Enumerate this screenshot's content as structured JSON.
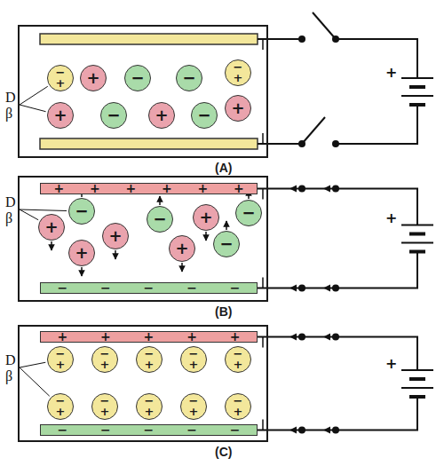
{
  "diagram": {
    "nodes": [
      {
        "text": [
          "(A)"
        ]
      },
      {
        "text": [
          "−",
          "+"
        ],
        "in": 0
      },
      {
        "text": [
          "+"
        ],
        "in": 0
      },
      {
        "text": [
          "−"
        ],
        "in": 0
      },
      {
        "text": [
          "−"
        ],
        "in": 0
      },
      {
        "text": [
          "−",
          "+"
        ],
        "in": 0
      },
      {
        "text": [
          "+"
        ],
        "in": 0
      },
      {
        "text": [
          "−"
        ],
        "in": 0
      },
      {
        "text": [
          "+"
        ],
        "in": 0
      },
      {
        "text": [
          "−"
        ],
        "in": 0
      },
      {
        "text": [
          "+"
        ],
        "in": 0
      },
      {
        "text": [
          "(B)"
        ]
      },
      {
        "text": [
          "+",
          "+",
          "+",
          "+",
          "+",
          "+"
        ],
        "in": 11
      },
      {
        "text": [
          "−"
        ],
        "in": 11
      },
      {
        "text": [
          "+"
        ],
        "in": 11
      },
      {
        "text": [
          "−"
        ],
        "in": 11
      },
      {
        "text": [
          "+"
        ],
        "in": 11
      },
      {
        "text": [
          "−"
        ],
        "in": 11
      },
      {
        "text": [
          "−"
        ],
        "in": 11
      },
      {
        "text": [
          "+"
        ],
        "in": 11
      },
      {
        "text": [
          "+"
        ],
        "in": 11
      },
      {
        "text": [
          "+"
        ],
        "in": 11
      },
      {
        "text": [
          "−",
          "−",
          "−",
          "−",
          "−"
        ],
        "in": 11
      },
      {
        "text": [
          "(C)"
        ]
      },
      {
        "text": [
          "+",
          "+",
          "+",
          "+",
          "+"
        ],
        "in": 23
      },
      {
        "text": [
          "−",
          "+"
        ],
        "in": 23
      },
      {
        "text": [
          "−",
          "+"
        ],
        "in": 23
      },
      {
        "text": [
          "−",
          "+"
        ],
        "in": 23
      },
      {
        "text": [
          "−",
          "+"
        ],
        "in": 23
      },
      {
        "text": [
          "−",
          "+"
        ],
        "in": 23
      },
      {
        "text": [
          "−",
          "+"
        ],
        "in": 23
      },
      {
        "text": [
          "−",
          "+"
        ],
        "in": 23
      },
      {
        "text": [
          "−",
          "+"
        ],
        "in": 23
      },
      {
        "text": [
          "−",
          "+"
        ],
        "in": 23
      },
      {
        "text": [
          "−",
          "+"
        ],
        "in": 23
      },
      {
        "text": [
          "−",
          "−",
          "−",
          "−",
          "−"
        ],
        "in": 23
      }
    ],
    "labels": [
      "D",
      "β",
      "+",
      "D",
      "β",
      "+",
      "D",
      "β",
      "+"
    ]
  }
}
